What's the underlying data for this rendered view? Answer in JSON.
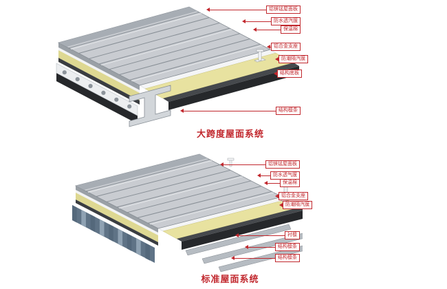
{
  "colors": {
    "accent_red": "#c1272d",
    "panel_gray": "#c9ccd1",
    "insulation_yellow": "#e8e2a0",
    "vapor_barrier_dark": "#45484c",
    "deck_white": "#eceef0",
    "corrugated_blue": "#5f7386"
  },
  "diagrams": [
    {
      "title": "大跨度屋面系统",
      "labels": [
        "铝镁锰屋面板",
        "防水透汽膜",
        "保温棉",
        "铝合金支座",
        "防潮隔汽膜",
        "结构底板",
        "结构檩条"
      ]
    },
    {
      "title": "标准屋面系统",
      "labels": [
        "铝镁锰屋面板",
        "防水透气膜",
        "保温棉",
        "铝合金支座",
        "防潮隔汽膜",
        "衬檩",
        "结构檩条",
        "结构檩条"
      ]
    }
  ]
}
